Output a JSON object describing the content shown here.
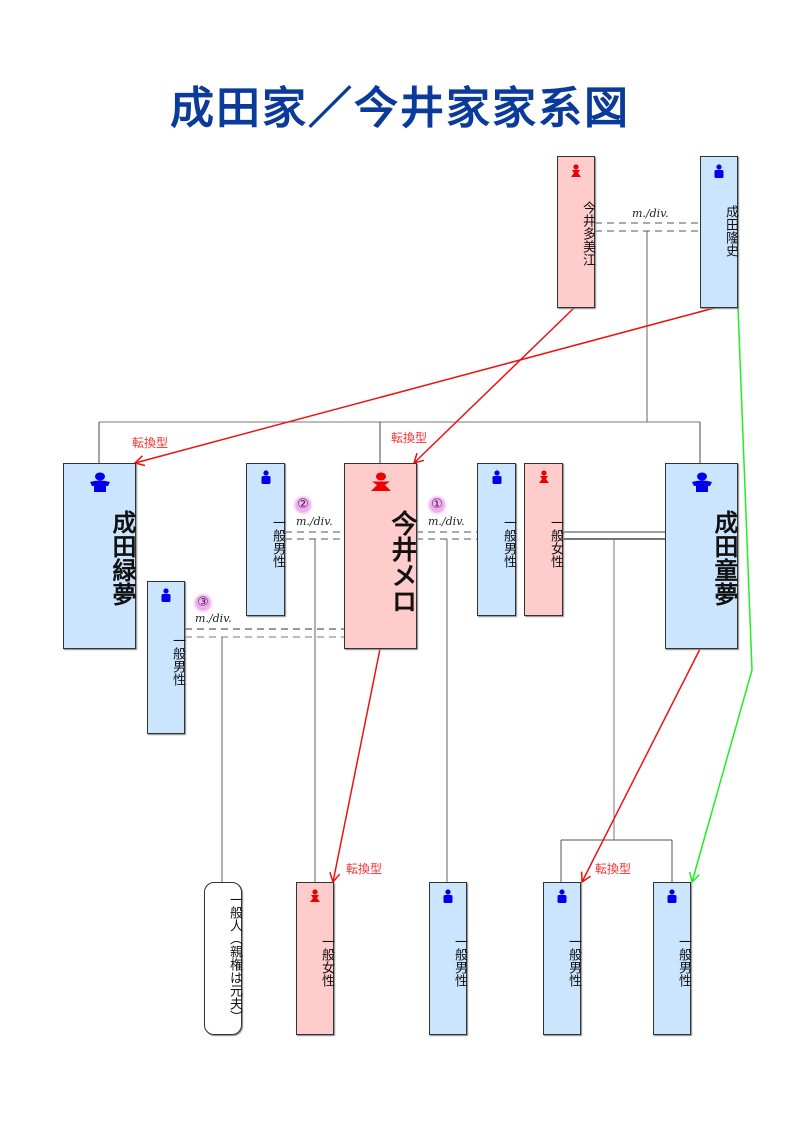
{
  "title": "成田家／今井家家系図",
  "colors": {
    "title": "#0a3a9a",
    "male_fill": "#cce5ff",
    "female_fill": "#ffcccc",
    "male_icon": "#0000ee",
    "female_icon": "#ee0000",
    "transform_arrow": "#ee1111",
    "green_arrow": "#22ee22",
    "line": "#666666"
  },
  "people": [
    {
      "id": "imai-tamie",
      "name": "今井多美江",
      "gender": "female",
      "icon": "female-person-icon"
    },
    {
      "id": "narita-takashi",
      "name": "成田隆史",
      "gender": "male",
      "icon": "male-person-icon"
    },
    {
      "id": "narita-midorimu",
      "name": "成田緑夢",
      "gender": "male",
      "icon": "male-person-icon"
    },
    {
      "id": "imai-mero",
      "name": "今井メロ",
      "gender": "female",
      "icon": "female-person-icon"
    },
    {
      "id": "narita-domu",
      "name": "成田童夢",
      "gender": "male",
      "icon": "male-person-icon"
    },
    {
      "id": "husband-2",
      "name": "一般男性",
      "gender": "male",
      "icon": "male-person-icon"
    },
    {
      "id": "husband-1",
      "name": "一般男性",
      "gender": "male",
      "icon": "male-person-icon"
    },
    {
      "id": "domu-wife",
      "name": "一般女性",
      "gender": "female",
      "icon": "female-person-icon"
    },
    {
      "id": "husband-3",
      "name": "一般男性",
      "gender": "male",
      "icon": "male-person-icon"
    },
    {
      "id": "child-3",
      "name": "一般人（親権は元夫）",
      "gender": "unknown",
      "icon": ""
    },
    {
      "id": "child-2",
      "name": "一般女性",
      "gender": "female",
      "icon": "female-person-icon"
    },
    {
      "id": "child-1",
      "name": "一般男性",
      "gender": "male",
      "icon": "male-person-icon"
    },
    {
      "id": "domu-child-a",
      "name": "一般男性",
      "gender": "male",
      "icon": "male-person-icon"
    },
    {
      "id": "domu-child-b",
      "name": "一般男性",
      "gender": "male",
      "icon": "male-person-icon"
    }
  ],
  "labels": {
    "marriage_divorce": "m./div.",
    "transform": "転換型",
    "marriage_order": [
      "①",
      "②",
      "③"
    ]
  }
}
